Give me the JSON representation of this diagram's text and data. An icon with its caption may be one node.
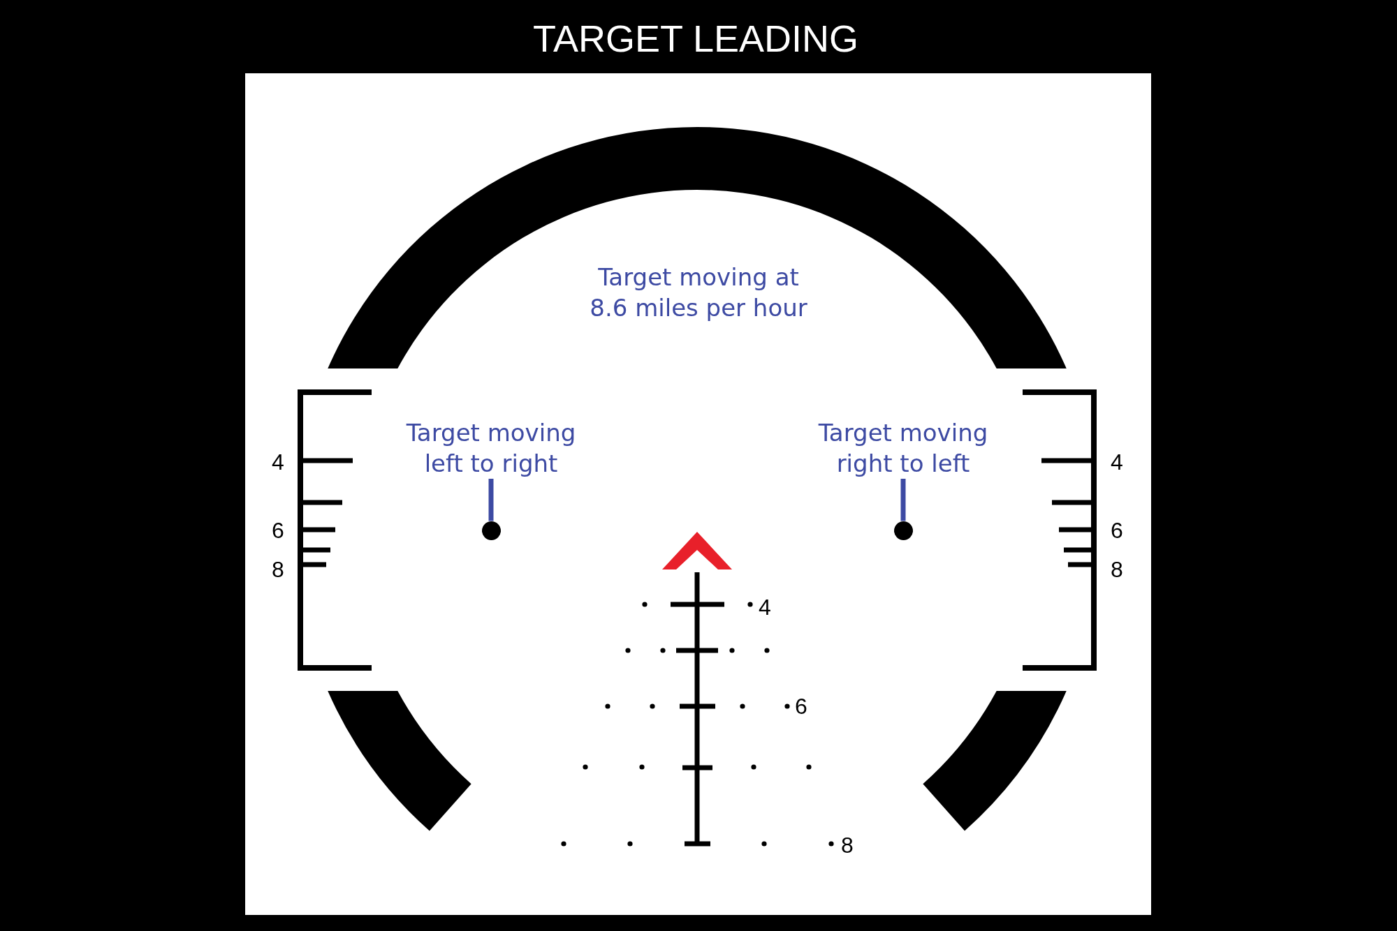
{
  "diagram": {
    "title": "TARGET LEADING",
    "nodes": [
      {
        "text": [
          "Target moving left to right"
        ]
      },
      {
        "text": [],
        "shape": "circle"
      },
      {
        "text": [
          "Target moving right to left"
        ]
      },
      {
        "text": [],
        "shape": "circle"
      }
    ],
    "edges": [
      {
        "from": 0,
        "to": 1,
        "arrow": "none"
      },
      {
        "from": 2,
        "to": 3,
        "arrow": "none"
      }
    ],
    "labels": [
      "Target moving at 8.6 miles per hour",
      "4",
      "4",
      "6",
      "6",
      "8",
      "8",
      "4",
      "6",
      "8"
    ]
  }
}
